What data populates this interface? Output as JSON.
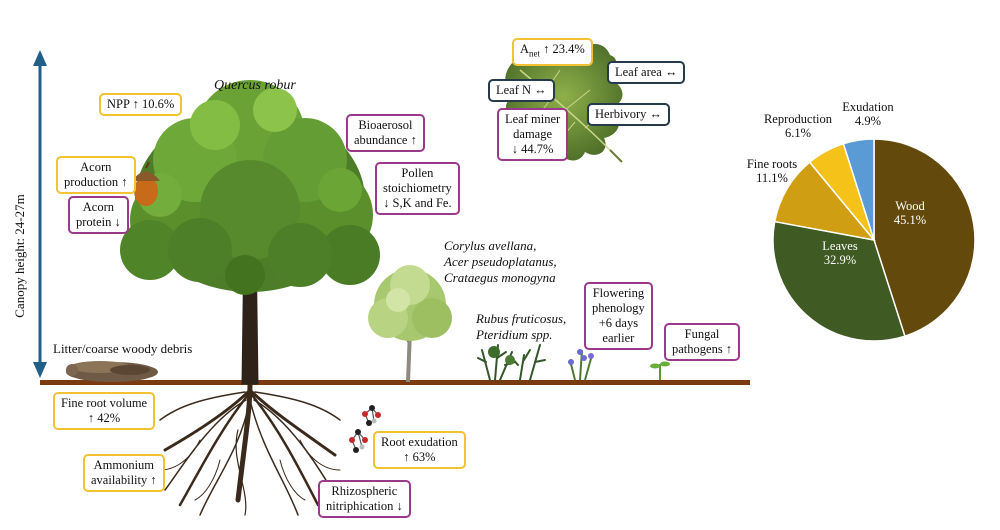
{
  "species": {
    "main": "Quercus robur",
    "understorey_trees": [
      "Corylus avellana,",
      "Acer pseudoplatanus,",
      "Crataegus monogyna"
    ],
    "ground_flora": [
      "Rubus fruticosus,",
      "Pteridium spp."
    ]
  },
  "canopy_label": "Canopy height: 24-27m",
  "litter_label": "Litter/coarse woody debris",
  "boxes": {
    "npp": [
      "NPP ↑ 10.6%"
    ],
    "acorn_production": [
      "Acorn",
      "production ↑"
    ],
    "acorn_protein": [
      "Acorn",
      "protein ↓"
    ],
    "bioaerosol": [
      "Bioaerosol",
      "abundance ↑"
    ],
    "pollen": [
      "Pollen",
      "stoichiometry",
      "↓ S,K and Fe."
    ],
    "anet": {
      "main": "A",
      "sub": "net",
      "rest": " ↑ 23.4%"
    },
    "leaf_n": [
      "Leaf N ↔"
    ],
    "leaf_area": [
      "Leaf area ↔"
    ],
    "leaf_miner": [
      "Leaf miner",
      "damage",
      "↓ 44.7%"
    ],
    "herbivory": [
      "Herbivory ↔"
    ],
    "flowering": [
      "Flowering",
      "phenology",
      "+6 days",
      "earlier"
    ],
    "fungal": [
      "Fungal",
      "pathogens ↑"
    ],
    "fine_root_volume": [
      "Fine root volume",
      "↑ 42%"
    ],
    "ammonium": [
      "Ammonium",
      "availability ↑"
    ],
    "root_exudation": [
      "Root exudation",
      "↑ 63%"
    ],
    "nitriphication": [
      "Rhizospheric",
      "nitriphication ↓"
    ]
  },
  "legend_colors": {
    "increase": "#f2c232",
    "decrease": "#9b3a8c",
    "neutral": "#253a4a"
  },
  "chart_data": {
    "type": "pie",
    "title": "",
    "slices": [
      {
        "label": "Wood",
        "value": 45.1,
        "display": "45.1%",
        "color": "#634a0c"
      },
      {
        "label": "Leaves",
        "value": 32.9,
        "display": "32.9%",
        "color": "#3f5a22"
      },
      {
        "label": "Fine roots",
        "value": 11.1,
        "display": "11.1%",
        "color": "#cf9e12"
      },
      {
        "label": "Reproduction",
        "value": 6.1,
        "display": "6.1%",
        "color": "#f5c21a"
      },
      {
        "label": "Exudation",
        "value": 4.9,
        "display": "4.9%",
        "color": "#5b9bd5"
      }
    ]
  }
}
